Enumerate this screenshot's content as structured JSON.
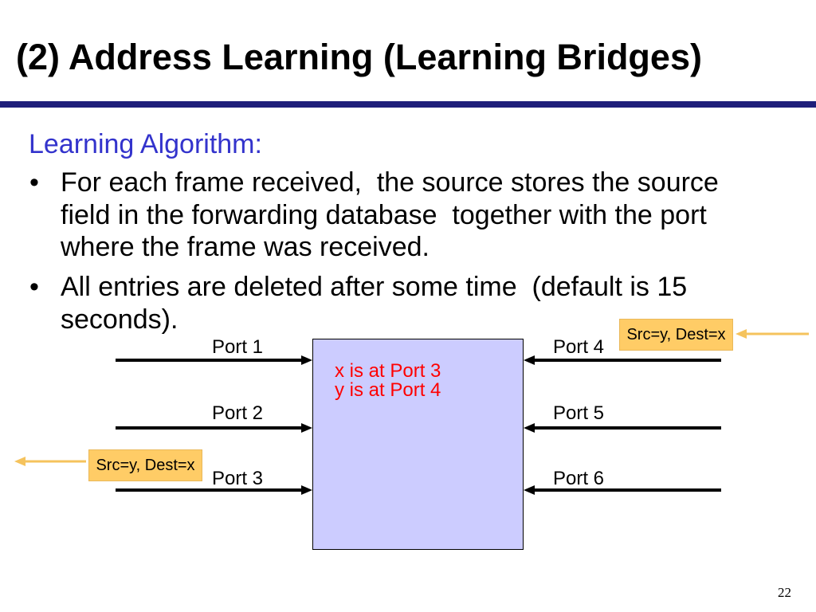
{
  "slide": {
    "title": "(2) Address Learning (Learning Bridges)",
    "heading": "Learning Algorithm:",
    "bullet_glyph": "•",
    "bullets": [
      {
        "lines": [
          "For each frame received,  the source stores the source",
          "field in the forwarding database  together with the port",
          "where the frame was received."
        ]
      },
      {
        "lines": [
          "All entries are deleted after some time  (default is 15",
          "seconds)."
        ]
      }
    ],
    "page_number": "22"
  },
  "diagram": {
    "bridge_entries": [
      "x is at Port 3",
      "y is at Port 4"
    ],
    "ports_left": [
      "Port 1",
      "Port 2",
      "Port 3"
    ],
    "ports_right": [
      "Port 4",
      "Port 5",
      "Port 6"
    ],
    "incoming_frame": {
      "label": "Src=y, Dest=x"
    },
    "outgoing_frame": {
      "label": "Src=y, Dest=x"
    }
  },
  "colors": {
    "title": "#000000",
    "heading": "#3333cc",
    "rule": "#1f1f7a",
    "bridge_fill": "#ccccff",
    "bridge_entries": "#ff0000",
    "links": "#000000",
    "frame_fill": "#ffcc66",
    "frame_arrow": "#f5c35d"
  }
}
